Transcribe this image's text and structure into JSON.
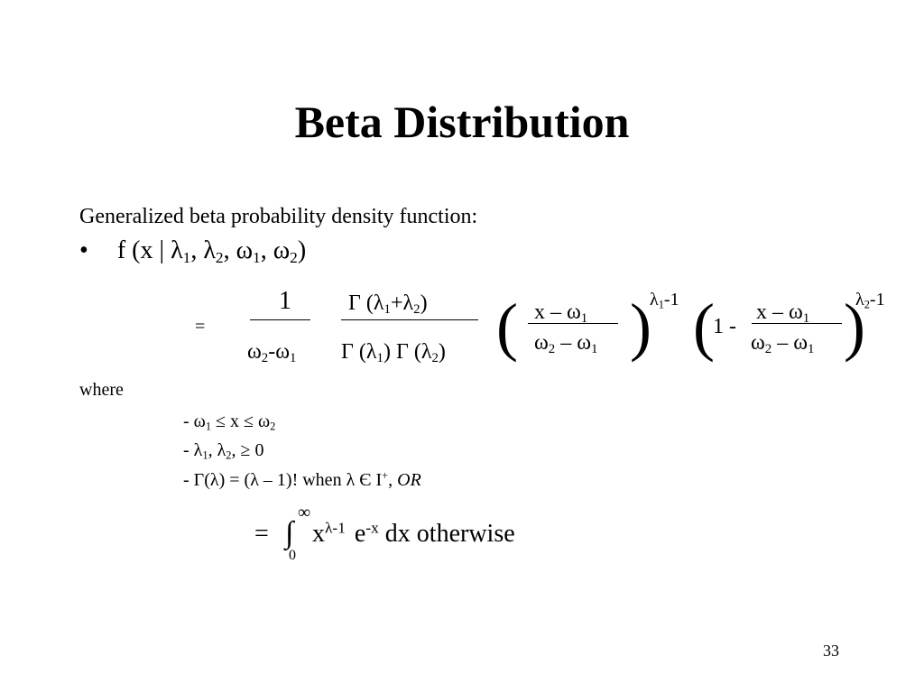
{
  "slide": {
    "title": "Beta Distribution",
    "intro": "Generalized beta probability density function:",
    "bullet": "•",
    "f_open": "f (x | ",
    "lambda": "λ",
    "omega": "ω",
    "gamma": "Γ",
    "comma": ", ",
    "close_paren": ")",
    "sub1": "1",
    "sub2": "2",
    "equals": "=",
    "one": "1",
    "minus_dash": "-",
    "gamma_open": " (",
    "plus": "+",
    "lparen": "(",
    "rparen": ")",
    "x_minus": "x – ",
    "sep_minus": " – ",
    "exp_suffix": "-1",
    "one_minus": "1 - ",
    "where": "where",
    "cond1": {
      "lead": "-  ",
      "le": " ≤  x ≤  "
    },
    "cond2": {
      "lead": "-  ",
      "tail": ", ≥  0"
    },
    "cond3": {
      "lead": "-  ",
      "mid1": "(",
      "mid2": ") = (",
      "mid3": " – 1)! when ",
      "mid4": " Є I",
      "plus": "+",
      "comma": ", ",
      "or": "OR"
    },
    "integral": {
      "equals": "=  ",
      "sign": "∫",
      "upper": "∞",
      "lower": "0",
      "x": "x",
      "exp": "λ-1",
      "e": "e",
      "exp2": "-x",
      "tail": "  dx  otherwise"
    },
    "page_number": "33"
  }
}
